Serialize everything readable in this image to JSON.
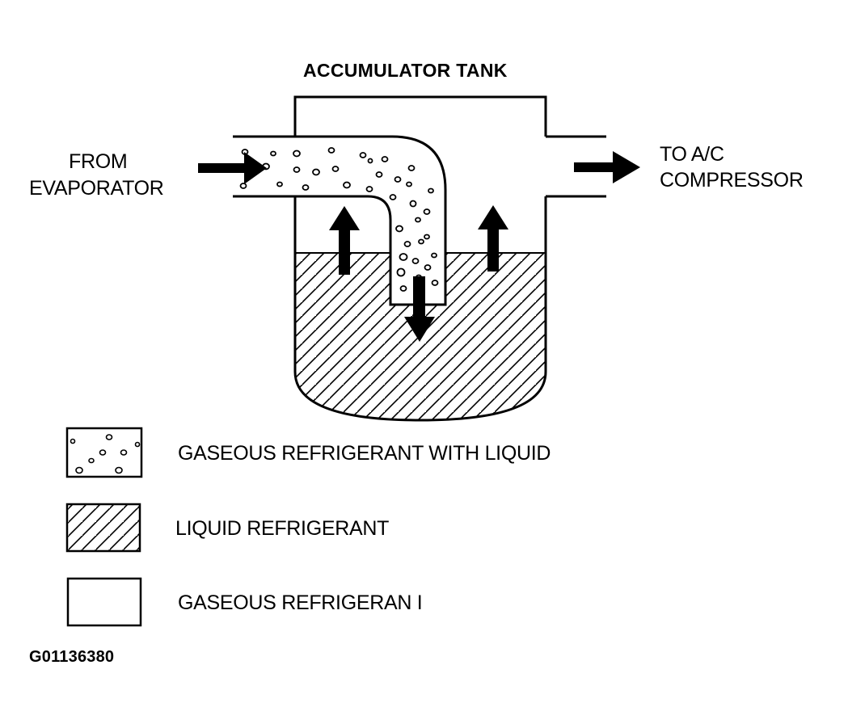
{
  "title": "ACCUMULATOR TANK",
  "inlet_label": [
    "FROM",
    "EVAPORATOR"
  ],
  "outlet_label": [
    "TO A/C",
    "COMPRESSOR"
  ],
  "legend": [
    {
      "label": "GASEOUS REFRIGERANT WITH LIQUID",
      "fill": "dots"
    },
    {
      "label": "LIQUID REFRIGERANT",
      "fill": "hatch"
    },
    {
      "label": "GASEOUS REFRIGERAN I",
      "fill": "blank"
    }
  ],
  "figure_code": "G01136380",
  "colors": {
    "ink": "#000000",
    "paper": "#ffffff"
  }
}
